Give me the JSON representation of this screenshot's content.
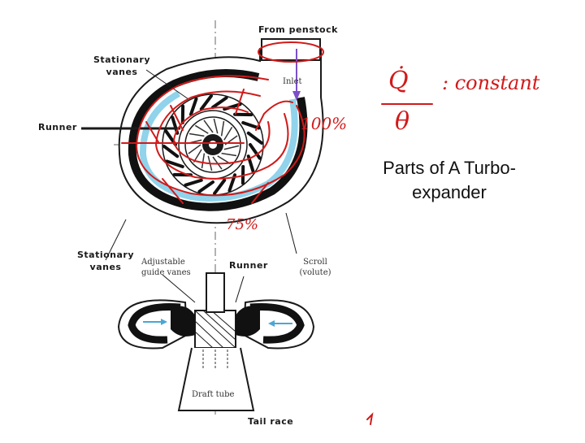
{
  "colors": {
    "ink": "#d11a1a",
    "flow": "#7ccbe8",
    "line": "#1a1a1a",
    "fill": "#111111"
  },
  "labels": {
    "from_penstock": "From penstock",
    "stationary_vanes_top": "Stationary vanes",
    "runner_left": "Runner",
    "inlet": "Inlet",
    "stationary_vanes_bottom": "Stationary vanes",
    "adjustable_guide_vanes": "Adjustable guide vanes",
    "runner_bottom": "Runner",
    "scroll_volute": "Scroll (volute)",
    "draft_tube": "Draft tube",
    "tail_race": "Tail race"
  },
  "caption": "Parts of A Turbo-expander",
  "annotations": {
    "ratio_numerator": "Q̇",
    "ratio_denominator": "θ",
    "ratio_rhs": ": constant",
    "pct_100": "100%",
    "pct_75": "75%"
  }
}
